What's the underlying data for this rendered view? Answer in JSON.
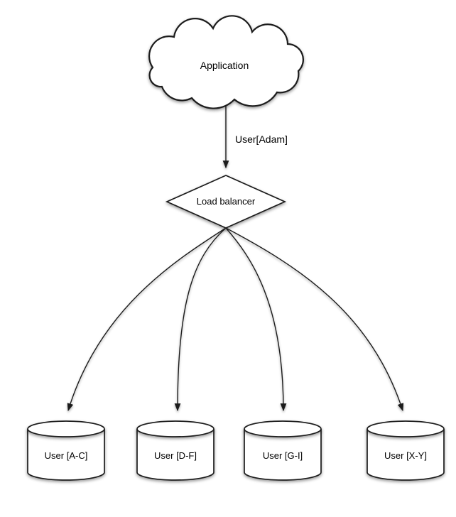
{
  "diagram": {
    "type": "sharding-architecture",
    "background": "#ffffff",
    "stroke_color": "#1c1c1c",
    "text_color": "#000000",
    "nodes": {
      "application": {
        "type": "cloud",
        "label": "Application"
      },
      "load_balancer": {
        "type": "diamond",
        "label": "Load balancer"
      },
      "shards": [
        {
          "type": "cylinder",
          "label": "User [A-C]"
        },
        {
          "type": "cylinder",
          "label": "User [D-F]"
        },
        {
          "type": "cylinder",
          "label": "User [G-I]"
        },
        {
          "type": "cylinder",
          "label": "User [X-Y]"
        }
      ]
    },
    "edges": [
      {
        "from": "application",
        "to": "load_balancer",
        "label": "User[Adam]"
      },
      {
        "from": "load_balancer",
        "to": "shards.0",
        "label": ""
      },
      {
        "from": "load_balancer",
        "to": "shards.1",
        "label": ""
      },
      {
        "from": "load_balancer",
        "to": "shards.2",
        "label": ""
      },
      {
        "from": "load_balancer",
        "to": "shards.3",
        "label": ""
      }
    ]
  }
}
